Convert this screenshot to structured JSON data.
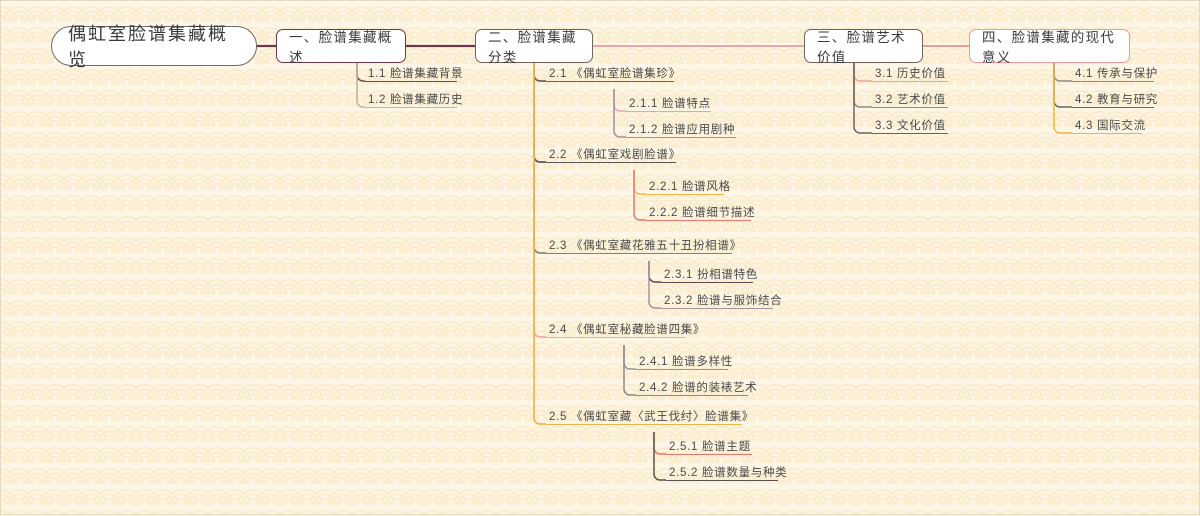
{
  "document": {
    "type": "mindmap",
    "title": "偶虹室脸谱集藏概览",
    "background_pattern": "seigaiha-waves",
    "background_color": "#fdf6e6",
    "pattern_color": "#fbeccd"
  },
  "root": {
    "label": "偶虹室脸谱集藏概览",
    "border_color": "#6b6b6b",
    "fill": "#ffffff"
  },
  "branches": [
    {
      "id": "b1",
      "label": "一、脸谱集藏概述",
      "border_color": "#6b3a4a",
      "connector_color": "#6b3a4a",
      "children": [
        {
          "label": "1.1 脸谱集藏背景",
          "underline_color": "#7a4352"
        },
        {
          "label": "1.2 脸谱集藏历史",
          "underline_color": "#c2b49e"
        }
      ]
    },
    {
      "id": "b2",
      "label": "二、脸谱集藏分类",
      "border_color": "#6e6459",
      "connector_color": "#6b3a4a",
      "children": [
        {
          "label": "2.1 《偶虹室脸谱集珍》",
          "underline_color": "#6e6459",
          "children": [
            {
              "label": "2.1.1 脸谱特点",
              "underline_color": "#f0a0a0"
            },
            {
              "label": "2.1.2 脸谱应用剧种",
              "underline_color": "#9a94a0"
            }
          ]
        },
        {
          "label": "2.2 《偶虹室戏剧脸谱》",
          "underline_color": "#5c5752",
          "children": [
            {
              "label": "2.2.1 脸谱风格",
              "underline_color": "#eeb64a"
            },
            {
              "label": "2.2.2 脸谱细节描述",
              "underline_color": "#e8776b"
            }
          ]
        },
        {
          "label": "2.3 《偶虹室藏花雅五十丑扮相谱》",
          "underline_color": "#8a7f74",
          "children": [
            {
              "label": "2.3.1 扮相谱特色",
              "underline_color": "#5d4450"
            },
            {
              "label": "2.3.2 脸谱与服饰结合",
              "underline_color": "#a2959c"
            }
          ]
        },
        {
          "label": "2.4 《偶虹室秘藏脸谱四集》",
          "underline_color": "#f0a9a4",
          "children": [
            {
              "label": "2.4.1 脸谱多样性",
              "underline_color": "#9a93a0"
            },
            {
              "label": "2.4.2 脸谱的装裱艺术",
              "underline_color": "#8f8a84"
            }
          ]
        },
        {
          "label": "2.5 《偶虹室藏〈武王伐纣〉脸谱集》",
          "underline_color": "#eeb64a",
          "children": [
            {
              "label": "2.5.1 脸谱主题",
              "underline_color": "#e8776b"
            },
            {
              "label": "2.5.2 脸谱数量与种类",
              "underline_color": "#58534e"
            }
          ]
        }
      ]
    },
    {
      "id": "b3",
      "label": "三、脸谱艺术价值",
      "border_color": "#6e6459",
      "connector_color": "#ef9a9a",
      "children": [
        {
          "label": "3.1 历史价值",
          "underline_color": "#f0a0a0"
        },
        {
          "label": "3.2 艺术价值",
          "underline_color": "#8f8a84"
        },
        {
          "label": "3.3 文化价值",
          "underline_color": "#6b6560"
        }
      ]
    },
    {
      "id": "b4",
      "label": "四、脸谱集藏的现代意义",
      "border_color": "#ef9a9a",
      "connector_color": "#ef9a9a",
      "children": [
        {
          "label": "4.1 传承与保护",
          "underline_color": "#8f8a84"
        },
        {
          "label": "4.2 教育与研究",
          "underline_color": "#6b6560"
        },
        {
          "label": "4.3 国际交流",
          "underline_color": "#eeb64a"
        }
      ]
    }
  ]
}
